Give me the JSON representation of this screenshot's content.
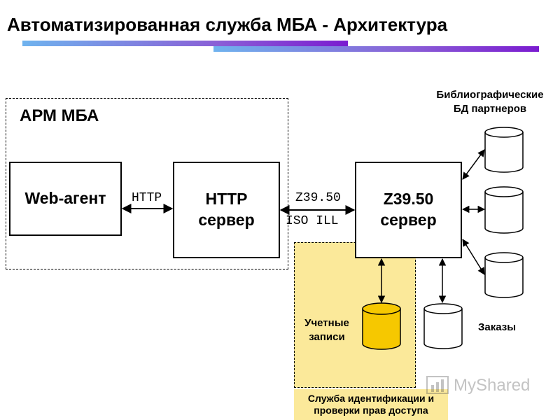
{
  "title": "Автоматизированная служба МБА - Архитектура",
  "arm_label": "АРМ МБА",
  "nodes": {
    "web_agent": "Web-агент",
    "http_server_line1": "HTTP",
    "http_server_line2": "сервер",
    "z_server_line1": "Z39.50",
    "z_server_line2": "сервер"
  },
  "protocols": {
    "http": "HTTP",
    "z3950": "Z39.50",
    "iso_ill": "ISO ILL"
  },
  "databases": {
    "bibliographic_line1": "Библиографические",
    "bibliographic_line2": "БД партнеров",
    "accounts_line1": "Учетные",
    "accounts_line2": "записи",
    "orders": "Заказы"
  },
  "service_label_line1": "Служба идентификации и",
  "service_label_line2": "проверки прав доступа",
  "watermark": "MyShared",
  "colors": {
    "yellow_area": "#fbe99a",
    "accounts_db": "#f6c800",
    "underline_start": "#6fb3ee",
    "underline_end": "#7a1bd0"
  }
}
